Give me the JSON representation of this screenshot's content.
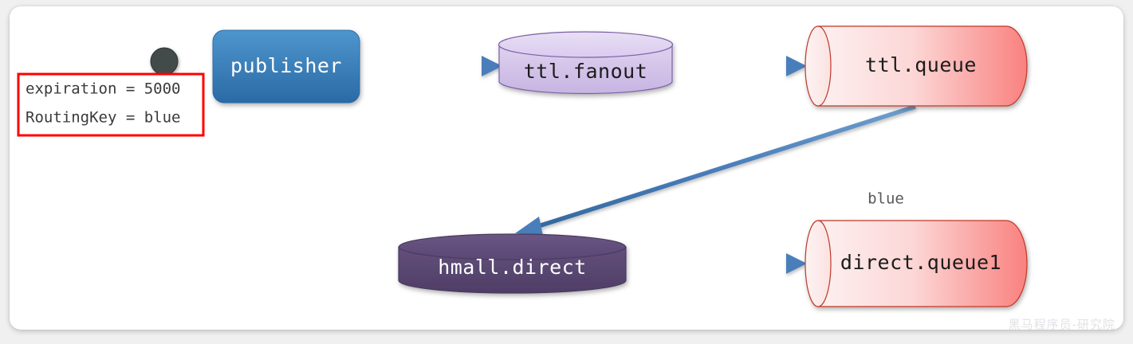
{
  "canvas": {
    "background": "#f0f0f0",
    "card_background": "#ffffff",
    "watermark": "黑马程序员-研究院"
  },
  "annotation": {
    "border_color": "#ff0000",
    "line1": "expiration = 5000",
    "line2": "RoutingKey = blue",
    "marker_name": "dot-marker",
    "marker_color": "#434c4a"
  },
  "nodes": {
    "publisher": {
      "label": "publisher",
      "shape": "rounded-rect",
      "fill_top": "#4b90c9",
      "fill_bottom": "#2a6aa5",
      "text_color": "#ffffff"
    },
    "ttl_fanout": {
      "label": "ttl.fanout",
      "shape": "cylinder-vertical",
      "fill_top": "#e2d7f0",
      "fill_bottom": "#cbb9e4",
      "stroke": "#7b5ea7",
      "text_color": "#1a1a1a"
    },
    "ttl_queue": {
      "label": "ttl.queue",
      "shape": "cylinder-horizontal",
      "fill_left": "#fdeeee",
      "fill_right": "#f9817f",
      "stroke": "#c0392b",
      "text_color": "#1a1a1a"
    },
    "hmall_direct": {
      "label": "hmall.direct",
      "shape": "cylinder-vertical",
      "fill_top": "#5f4b78",
      "fill_bottom": "#53406a",
      "stroke": "#4a3a5e",
      "text_color": "#ffffff"
    },
    "direct_queue1": {
      "label": "direct.queue1",
      "shape": "cylinder-horizontal",
      "fill_left": "#fdeeee",
      "fill_right": "#f9817f",
      "stroke": "#c0392b",
      "text_color": "#1a1a1a"
    }
  },
  "edges": [
    {
      "id": "publisher-to-fanout",
      "from": "publisher",
      "to": "ttl_fanout",
      "label": "",
      "color": "#4a7ebb"
    },
    {
      "id": "fanout-to-ttl-queue",
      "from": "ttl_fanout",
      "to": "ttl_queue",
      "label": "",
      "color": "#4a7ebb"
    },
    {
      "id": "ttl-queue-to-hmall-direct",
      "from": "ttl_queue",
      "to": "hmall_direct",
      "label": "",
      "color": "#4a7ebb"
    },
    {
      "id": "hmall-direct-to-direct-queue1",
      "from": "hmall_direct",
      "to": "direct_queue1",
      "label": "blue",
      "color": "#4a7ebb"
    }
  ]
}
